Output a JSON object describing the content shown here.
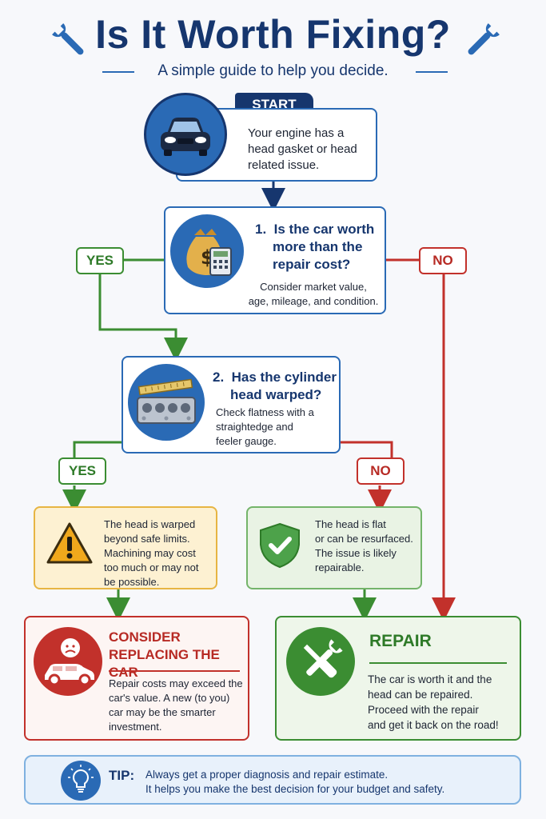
{
  "header": {
    "title": "Is It Worth Fixing?",
    "subtitle": "A simple guide to help you decide."
  },
  "start": {
    "tab_label": "START",
    "text_lines": [
      "Your engine has a",
      "head gasket or head",
      "related issue."
    ]
  },
  "question1": {
    "number": "1.",
    "title_lines": [
      "Is the car worth",
      "more than the",
      "repair cost?"
    ],
    "hint_lines": [
      "Consider market value,",
      "age, mileage, and condition."
    ]
  },
  "question2": {
    "number": "2.",
    "title_lines": [
      "Has the cylinder",
      "head warped?"
    ],
    "hint_lines": [
      "Check flatness with a",
      "straightedge and",
      "feeler gauge."
    ]
  },
  "branches": {
    "q1_yes": "YES",
    "q1_no": "NO",
    "q2_yes": "YES",
    "q2_no": "NO"
  },
  "warped_result": {
    "lines": [
      "The head is warped",
      "beyond safe limits.",
      "Machining may cost",
      "too much or may not",
      "be possible."
    ]
  },
  "flat_result": {
    "lines": [
      "The head is flat",
      "or can be resurfaced.",
      "The issue is likely",
      "repairable."
    ]
  },
  "replace_outcome": {
    "title_lines": [
      "CONSIDER",
      "REPLACING THE CAR"
    ],
    "body_lines": [
      "Repair costs may exceed the",
      "car's value. A new (to you)",
      "car may be the smarter",
      "investment."
    ]
  },
  "repair_outcome": {
    "title": "REPAIR",
    "body_lines": [
      "The car is worth it and the",
      "head can be repaired.",
      "Proceed with the repair",
      "and get it back on the road!"
    ]
  },
  "tip": {
    "label": "TIP:",
    "lines": [
      "Always get a proper diagnosis and repair estimate.",
      "It helps you make the best decision for your budget and safety."
    ]
  },
  "colors": {
    "navy": "#16366e",
    "blue": "#2a6ab5",
    "yes_green": "#3b8d32",
    "no_red": "#c2312b",
    "warning_amber": "#e7b543"
  },
  "icons": {
    "header_left": "wrench-icon",
    "header_right": "wrench-icon",
    "start": "car-front-icon",
    "question1": "money-bag-calculator-icon",
    "question2": "cylinder-head-ruler-icon",
    "warped": "warning-triangle-icon",
    "flat": "shield-check-icon",
    "replace": "sad-car-icon",
    "repair": "wrench-screwdriver-icon",
    "tip": "lightbulb-icon"
  }
}
